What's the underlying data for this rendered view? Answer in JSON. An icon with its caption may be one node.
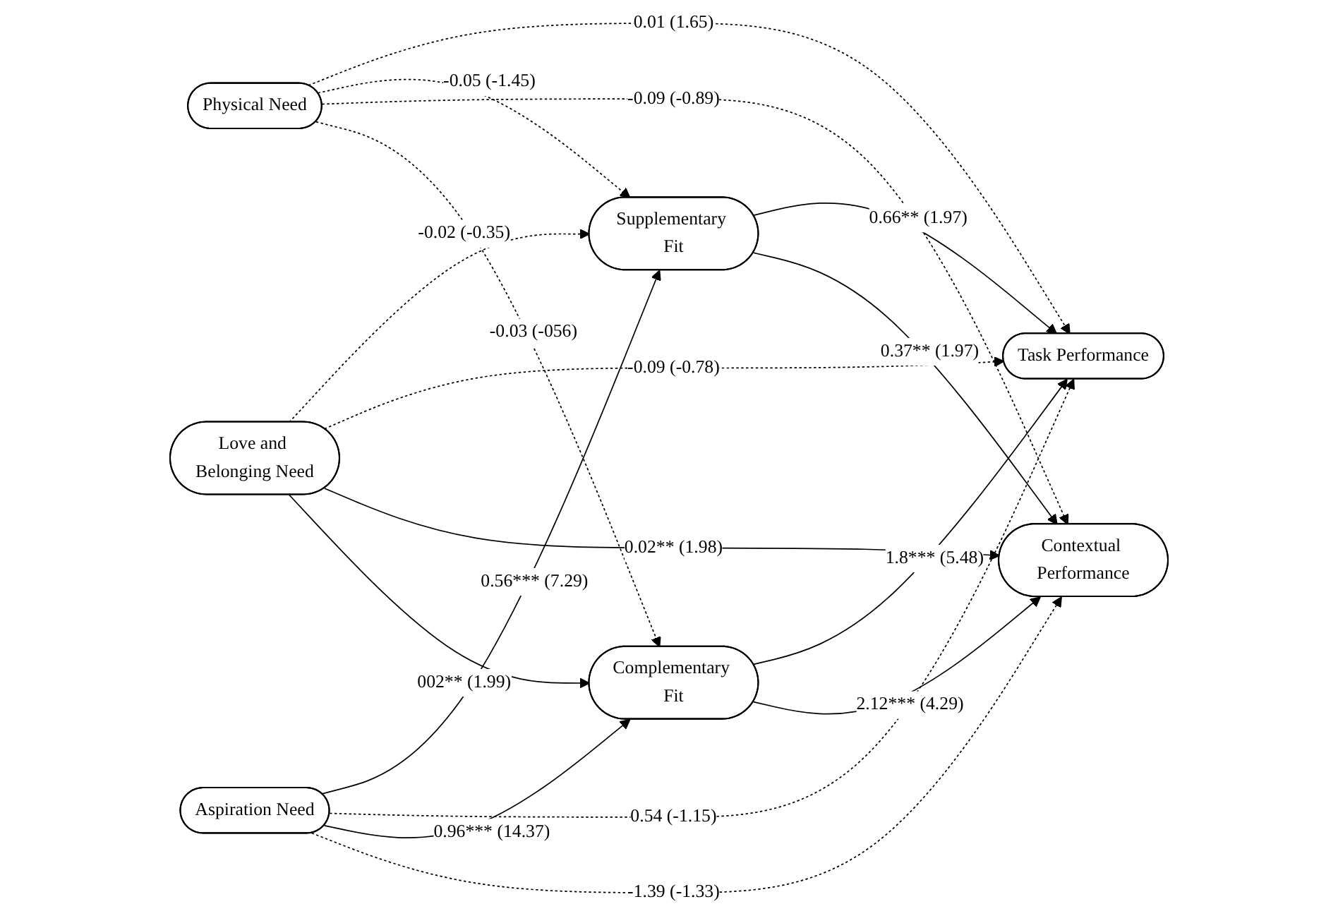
{
  "diagram": {
    "nodes": [
      {
        "text": [
          "Physical Need"
        ]
      },
      {
        "text": [
          "Supplementary Fit"
        ]
      },
      {
        "text": [
          "Task Performance"
        ]
      },
      {
        "text": [
          "Love and Belonging Need"
        ]
      },
      {
        "text": [
          "Contextual Performance"
        ]
      },
      {
        "text": [
          "Aspiration Need"
        ]
      },
      {
        "text": [
          "Complementary Fit"
        ]
      }
    ],
    "edges": [
      {
        "from": 0,
        "to": 2,
        "arrow": "to",
        "style": "dashed",
        "label": "0.01 (1.65)"
      },
      {
        "from": 0,
        "to": 1,
        "arrow": "to",
        "style": "dashed",
        "label": "-0.05 (-1.45)"
      },
      {
        "from": 0,
        "to": 4,
        "arrow": "to",
        "style": "dashed",
        "label": "-0.09 (-0.89)"
      },
      {
        "from": 0,
        "to": 6,
        "arrow": "to",
        "style": "dashed",
        "label": "-0.03 (-056)"
      },
      {
        "from": 3,
        "to": 1,
        "arrow": "to",
        "style": "dashed",
        "label": "-0.02 (-0.35)"
      },
      {
        "from": 3,
        "to": 2,
        "arrow": "to",
        "style": "dashed",
        "label": "-0.09 (-0.78)"
      },
      {
        "from": 3,
        "to": 4,
        "arrow": "to",
        "label": "0.02** (1.98)"
      },
      {
        "from": 3,
        "to": 6,
        "arrow": "to",
        "label": "002** (1.99)"
      },
      {
        "from": 5,
        "to": 1,
        "arrow": "to",
        "label": "0.56*** (7.29)"
      },
      {
        "from": 5,
        "to": 2,
        "arrow": "to",
        "style": "dashed",
        "label": "0.54 (-1.15)"
      },
      {
        "from": 5,
        "to": 6,
        "arrow": "to",
        "label": "0.96*** (14.37)"
      },
      {
        "from": 5,
        "to": 4,
        "arrow": "to",
        "style": "dashed",
        "label": "-1.39 (-1.33)"
      },
      {
        "from": 1,
        "to": 2,
        "arrow": "to",
        "label": "0.66** (1.97)"
      },
      {
        "from": 1,
        "to": 4,
        "arrow": "to",
        "label": "0.37** (1.97)"
      },
      {
        "from": 6,
        "to": 2,
        "arrow": "to",
        "label": "1.8*** (5.48)"
      },
      {
        "from": 6,
        "to": 4,
        "arrow": "to",
        "label": "2.12*** (4.29)"
      }
    ]
  }
}
